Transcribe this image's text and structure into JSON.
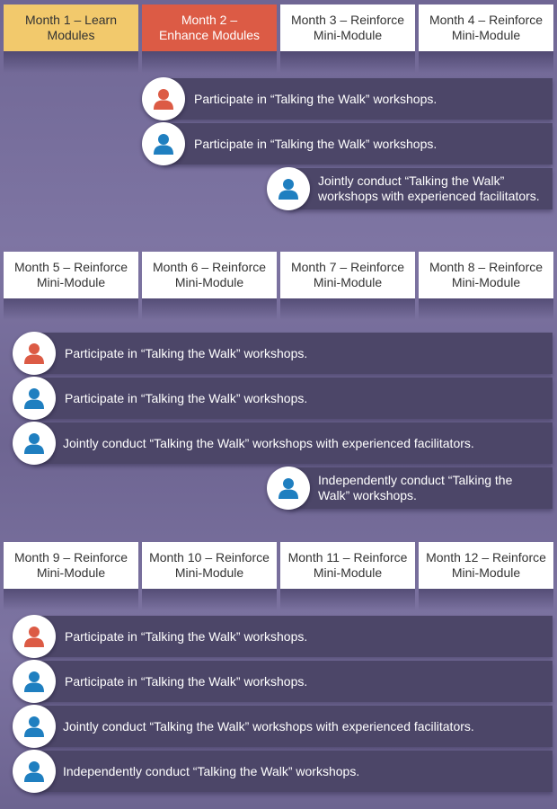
{
  "colors": {
    "learn": "#f2c96c",
    "enhance": "#dc5b45",
    "bar": "#4c4668",
    "icon_red": "#dc5b45",
    "icon_blue": "#1f7fc0"
  },
  "months": {
    "m1": "Month 1 – Learn Modules",
    "m2": "Month 2 – Enhance Modules",
    "m3": "Month 3 – Reinforce Mini-Module",
    "m4": "Month 4 – Reinforce Mini-Module",
    "m5": "Month 5 – Reinforce Mini-Module",
    "m6": "Month 6 – Reinforce Mini-Module",
    "m7": "Month 7 – Reinforce Mini-Module",
    "m8": "Month 8 – Reinforce Mini-Module",
    "m9": "Month 9 – Reinforce Mini-Module",
    "m10": "Month 10 – Reinforce Mini-Module",
    "m11": "Month 11 – Reinforce Mini-Module",
    "m12": "Month 12 – Reinforce Mini-Module"
  },
  "activities": {
    "participate": "Participate in “Talking the Walk” workshops.",
    "jointly_wrapped": "Jointly conduct “Talking the Walk” workshops with experienced facilitators.",
    "jointly": "Jointly conduct “Talking the Walk” workshops with experienced facilitators.",
    "independently_wrapped": "Independently conduct “Talking the Walk” workshops.",
    "independently": "Independently conduct “Talking the Walk” workshops."
  },
  "icons": {
    "red_person": "person-icon-red",
    "blue_person": "person-icon-blue"
  }
}
